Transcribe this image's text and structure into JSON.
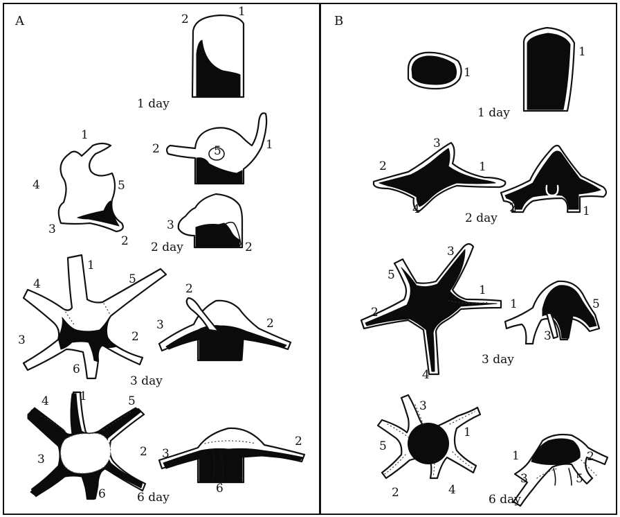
{
  "panel_a": {
    "letter": "A",
    "captions": {
      "day1": "1 day",
      "day2": "2 day",
      "day3": "3 day",
      "day6": "6 day"
    },
    "labels": {
      "d1": [
        "2",
        "1"
      ],
      "d2l": [
        "1",
        "4",
        "5",
        "3",
        "2"
      ],
      "d2r": [
        "2",
        "5",
        "1"
      ],
      "d2r2": [
        "3",
        "2"
      ],
      "d3l": [
        "4",
        "1",
        "5",
        "3",
        "2",
        "6"
      ],
      "d3r": [
        "2",
        "3",
        "2"
      ],
      "d6l": [
        "4",
        "1",
        "5",
        "3",
        "2",
        "6"
      ],
      "d6r": [
        "3",
        "2",
        "6"
      ]
    }
  },
  "panel_b": {
    "letter": "B",
    "captions": {
      "day1": "1 day",
      "day2": "2 day",
      "day3": "3 day",
      "day6": "6 day"
    },
    "labels": {
      "d1a": [
        "1"
      ],
      "d1b": [
        "1"
      ],
      "d2l": [
        "3",
        "2",
        "1",
        "4"
      ],
      "d2r": [
        "2",
        "1"
      ],
      "d3l": [
        "3",
        "5",
        "1",
        "2",
        "4"
      ],
      "d3r": [
        "1",
        "5",
        "3"
      ],
      "d6l": [
        "3",
        "1",
        "5",
        "2",
        "4"
      ],
      "d6r": [
        "1",
        "2",
        "3",
        "5"
      ]
    }
  }
}
